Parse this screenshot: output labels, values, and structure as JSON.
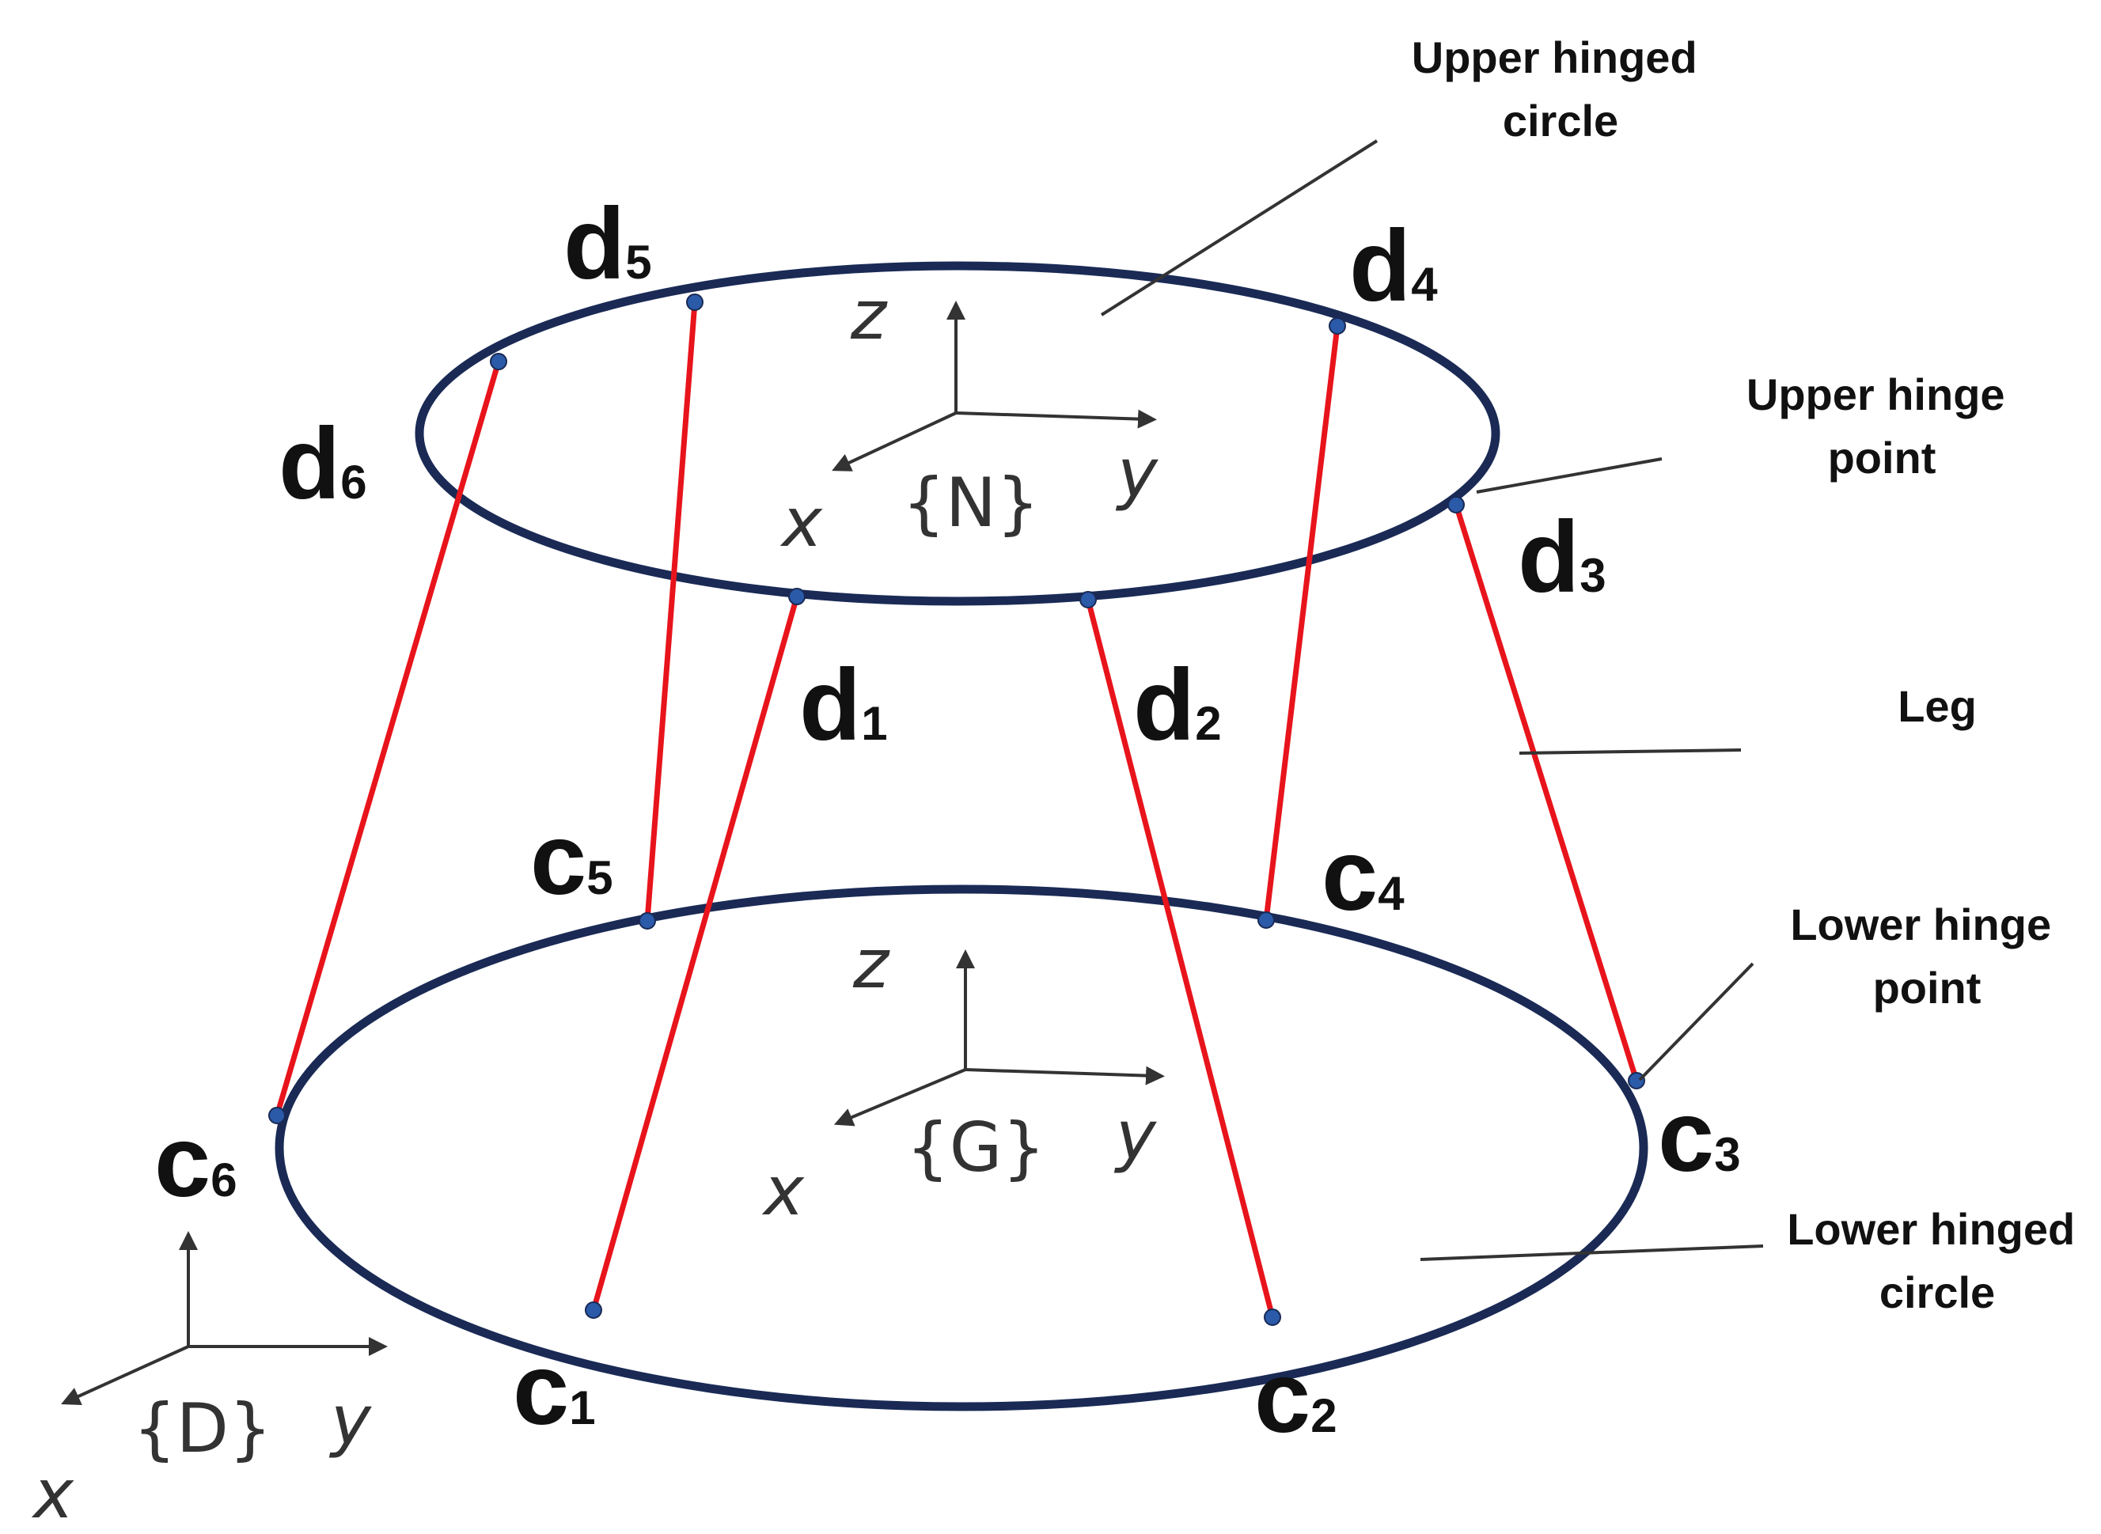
{
  "labels": {
    "upper_hinged_circle_l1": "Upper hinged",
    "upper_hinged_circle_l2": "circle",
    "upper_hinge_point_l1": "Upper hinge",
    "upper_hinge_point_l2": "point",
    "leg": "Leg",
    "lower_hinge_point_l1": "Lower hinge",
    "lower_hinge_point_l2": "point",
    "lower_hinged_circle_l1": "Lower hinged",
    "lower_hinged_circle_l2": "circle"
  },
  "points": {
    "d1": {
      "letter": "d",
      "index": "1"
    },
    "d2": {
      "letter": "d",
      "index": "2"
    },
    "d3": {
      "letter": "d",
      "index": "3"
    },
    "d4": {
      "letter": "d",
      "index": "4"
    },
    "d5": {
      "letter": "d",
      "index": "5"
    },
    "d6": {
      "letter": "d",
      "index": "6"
    },
    "c1": {
      "letter": "c",
      "index": "1"
    },
    "c2": {
      "letter": "c",
      "index": "2"
    },
    "c3": {
      "letter": "c",
      "index": "3"
    },
    "c4": {
      "letter": "c",
      "index": "4"
    },
    "c5": {
      "letter": "c",
      "index": "5"
    },
    "c6": {
      "letter": "c",
      "index": "6"
    }
  },
  "frames": {
    "N": {
      "name": "{N}",
      "x": "x",
      "y": "y",
      "z": "z"
    },
    "G": {
      "name": "{G}",
      "x": "x",
      "y": "y",
      "z": "z"
    },
    "D": {
      "name": "{D}",
      "x": "x",
      "y": "y"
    }
  },
  "colors": {
    "ring": "#1a2a55",
    "leg": "#e8141c",
    "hinge": "#2a5aa8",
    "axis": "#333333",
    "leader": "#333333"
  }
}
